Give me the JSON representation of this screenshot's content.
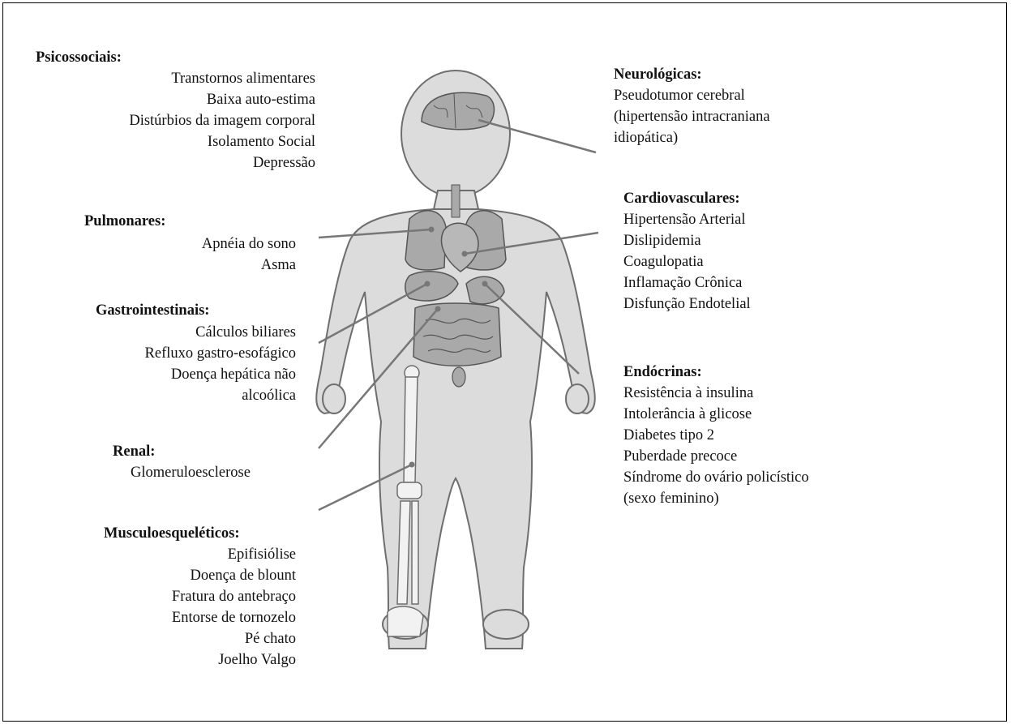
{
  "groups": {
    "psicossociais": {
      "title": "Psicossociais:",
      "items": [
        "Transtornos alimentares",
        "Baixa auto-estima",
        "Distúrbios da imagem corporal",
        "Isolamento Social",
        "Depressão"
      ]
    },
    "pulmonares": {
      "title": "Pulmonares:",
      "items": [
        "Apnéia do sono",
        "Asma"
      ]
    },
    "gastrointestinais": {
      "title": "Gastrointestinais:",
      "items": [
        "Cálculos biliares",
        "Refluxo gastro-esofágico",
        "Doença hepática não",
        "alcoólica"
      ]
    },
    "renal": {
      "title": "Renal:",
      "items": [
        "Glomeruloesclerose"
      ]
    },
    "musculoesqueleticos": {
      "title": "Musculoesqueléticos:",
      "items": [
        "Epifisiólise",
        "Doença de blount",
        "Fratura do antebraço",
        "Entorse de tornozelo",
        "Pé chato",
        "Joelho Valgo"
      ]
    },
    "neurologicas": {
      "title": "Neurológicas:",
      "items": [
        "Pseudotumor cerebral",
        "(hipertensão intracraniana",
        "idiopática)"
      ]
    },
    "cardiovasculares": {
      "title": "Cardiovasculares:",
      "items": [
        "Hipertensão Arterial",
        "Dislipidemia",
        "Coagulopatia",
        "Inflamação Crônica",
        "Disfunção Endotelial"
      ]
    },
    "endocrinas": {
      "title": "Endócrinas:",
      "items": [
        "Resistência à insulina",
        "Intolerância à glicose",
        "Diabetes tipo 2",
        "Puberdade precoce",
        "Síndrome do ovário policístico",
        "(sexo feminino)"
      ]
    }
  },
  "colors": {
    "body_fill": "#dcdcdc",
    "body_stroke": "#6e6e6e",
    "organ_fill": "#a9a9a9",
    "organ_stroke": "#555555",
    "bone_fill": "#f2f2f2",
    "leader_line": "#777777"
  }
}
